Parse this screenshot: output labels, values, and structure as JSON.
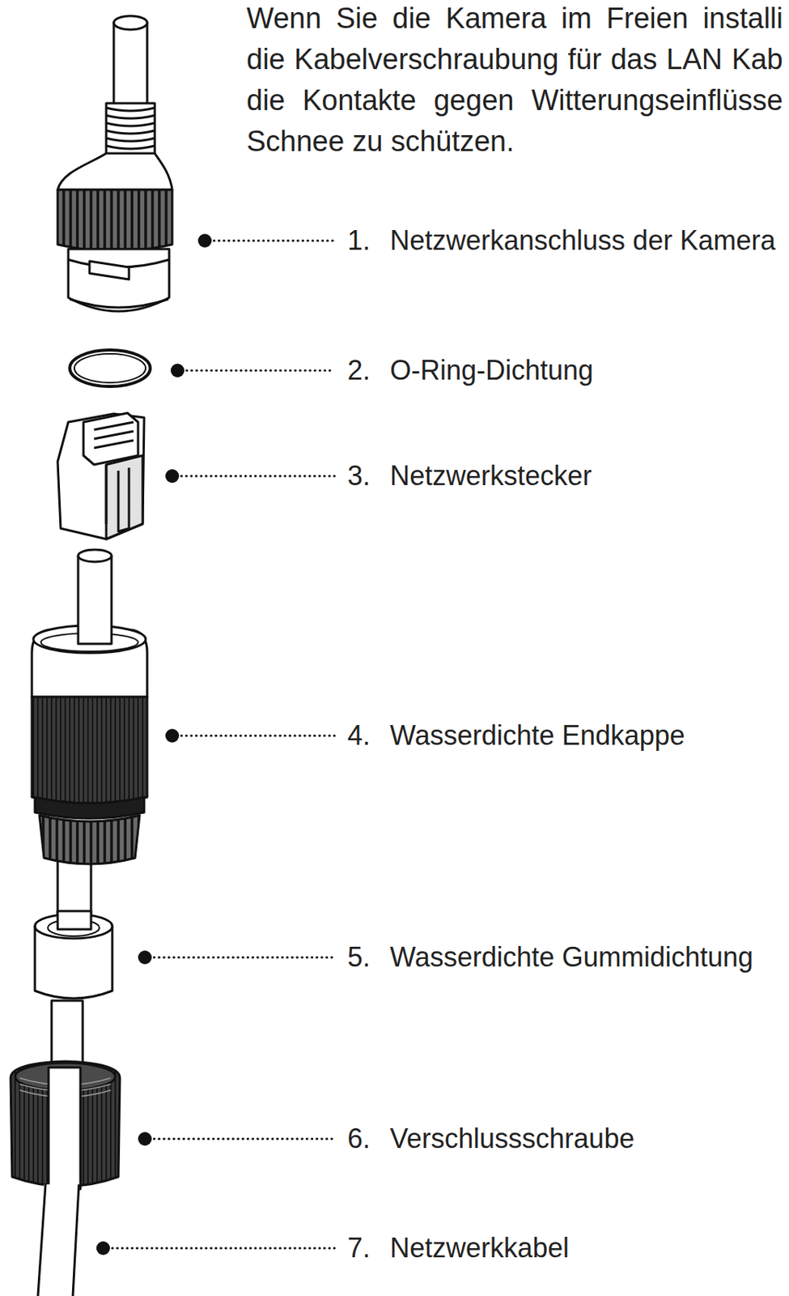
{
  "diagram": {
    "labels": [
      "Wenn Sie die Kamera im Freien installi die Kabelverschraubung für das LAN Kab die Kontakte gegen Witterungseinflüsse Schnee zu schützen.",
      "1.",
      "Netzwerkanschluss der Kamera",
      "2.",
      "O-Ring-Dichtung",
      "3.",
      "Netzwerkstecker",
      "4.",
      "Wasserdichte Endkappe",
      "5.",
      "Wasserdichte Gummidichtung",
      "6.",
      "Verschlussschraube",
      "7.",
      "Netzwerkkabel"
    ]
  }
}
